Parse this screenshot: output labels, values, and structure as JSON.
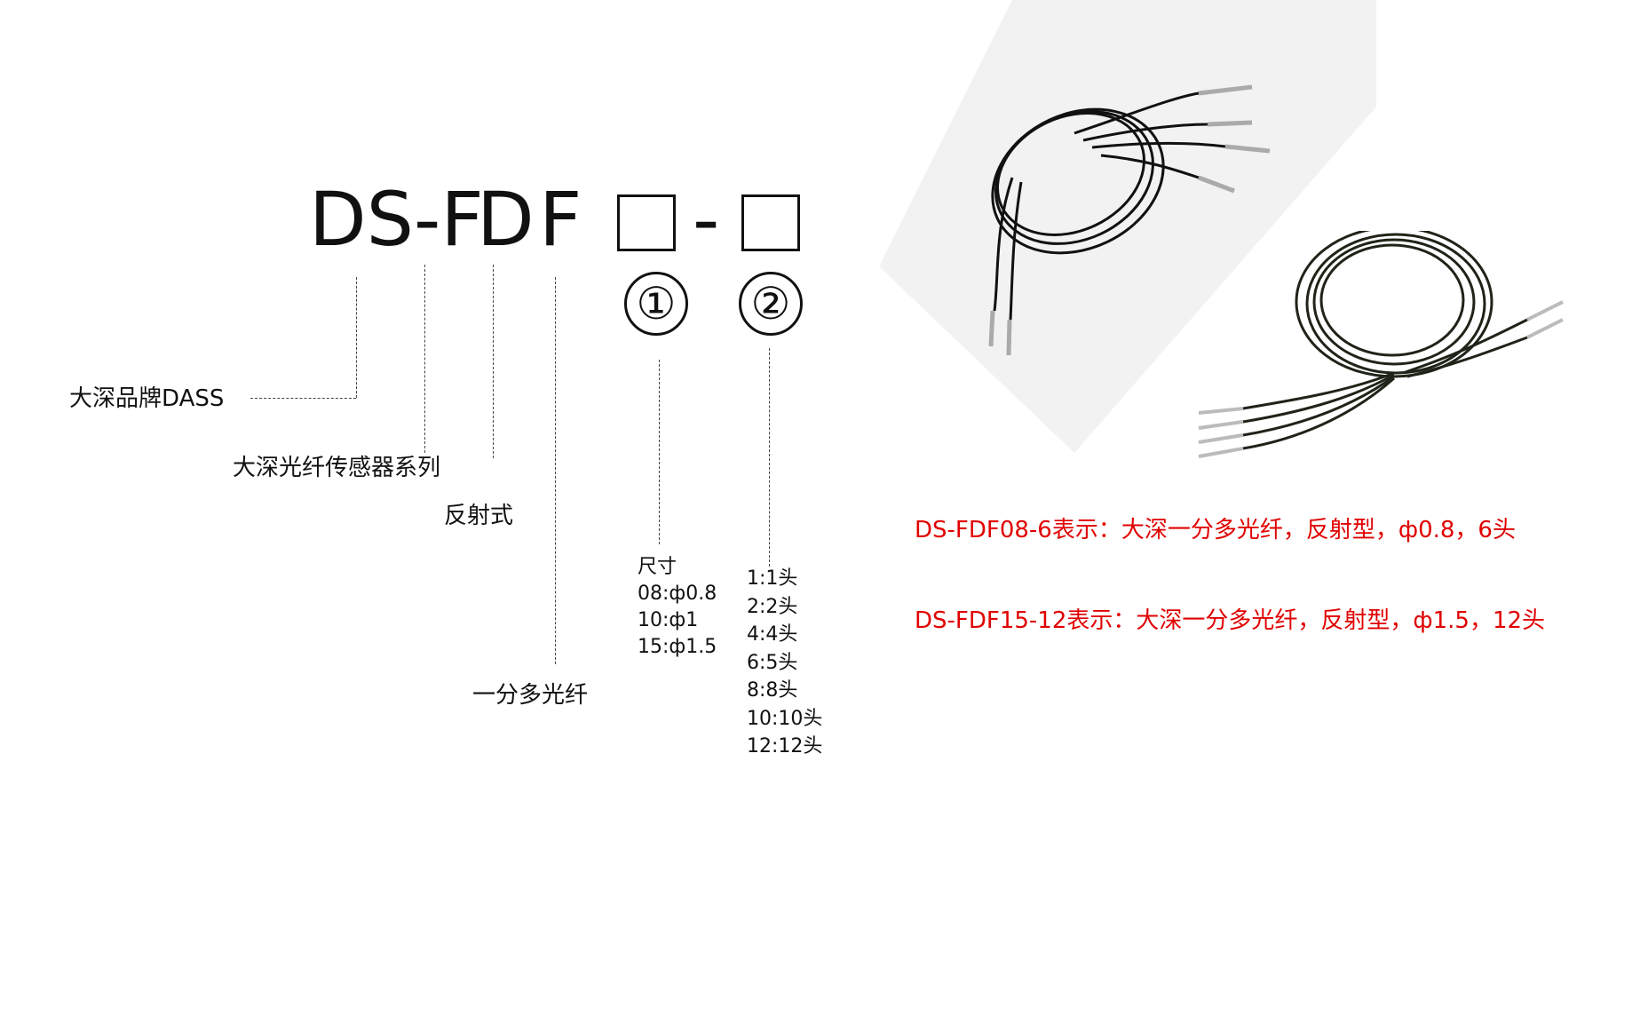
{
  "code": {
    "p1": "DS-F",
    "p2": "D",
    "p3": "F",
    "sep": "-",
    "c1": "①",
    "c2": "②"
  },
  "labels": {
    "brand": "大深品牌DASS",
    "series": "大深光纤传感器系列",
    "type": "反射式",
    "fiber": "一分多光纤"
  },
  "size": {
    "header": "尺寸",
    "items": [
      "08:ф0.8",
      "10:ф1",
      "15:ф1.5"
    ]
  },
  "heads": {
    "items": [
      "1:1头",
      "2:2头",
      "4:4头",
      "6:5头",
      "8:8头",
      "10:10头",
      "12:12头"
    ]
  },
  "examples": [
    "DS-FDF08-6表示：大深一分多光纤，反射型，ф0.8，6头",
    "DS-FDF15-12表示：大深一分多光纤，反射型，ф1.5，12头"
  ],
  "colors": {
    "example_text": "#e10000",
    "lines": "#444444"
  }
}
